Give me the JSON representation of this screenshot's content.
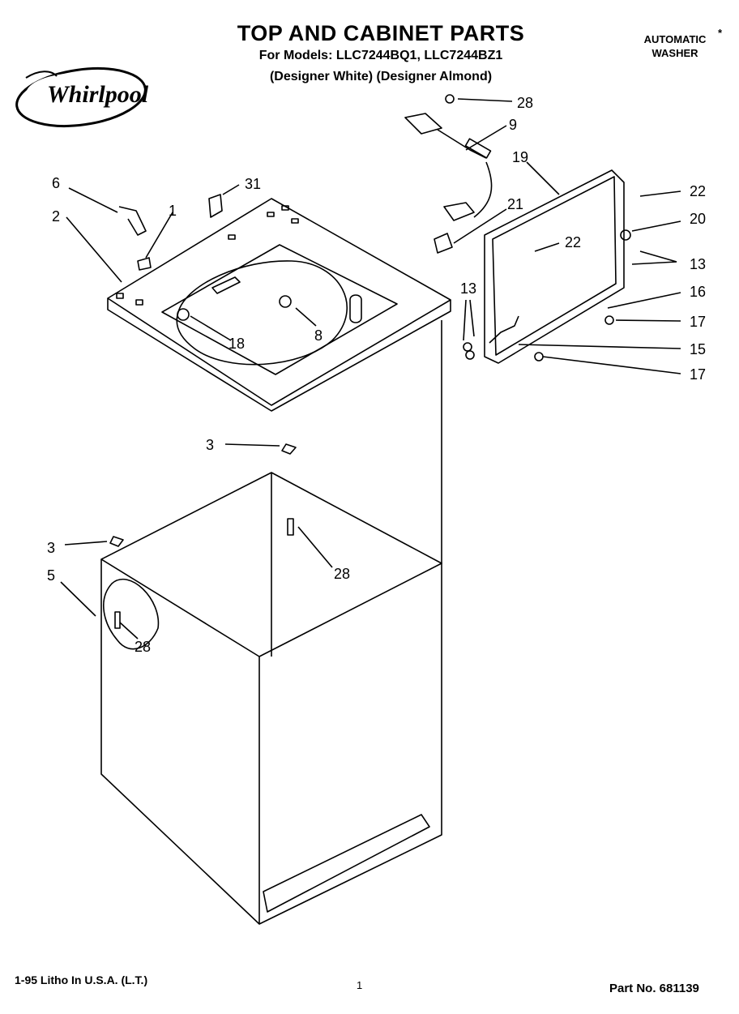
{
  "header": {
    "title": "TOP AND CABINET PARTS",
    "models_line": "For Models: LLC7244BQ1,  LLC7244BZ1",
    "finishes_line": "(Designer White) (Designer Almond)",
    "product_type_line1": "AUTOMATIC",
    "product_type_line2": "WASHER",
    "asterisk": "*"
  },
  "brand": {
    "logo_text": "Whirlpool"
  },
  "callouts": [
    "28",
    "9",
    "19",
    "6",
    "31",
    "2",
    "1",
    "21",
    "22",
    "22",
    "20",
    "13",
    "13",
    "16",
    "17",
    "15",
    "17",
    "18",
    "8",
    "3",
    "3",
    "5",
    "28",
    "28"
  ],
  "footer": {
    "print_info": "1-95 Litho In U.S.A. (L.T.)",
    "page_number": "1",
    "part_number": "Part No. 681139"
  }
}
